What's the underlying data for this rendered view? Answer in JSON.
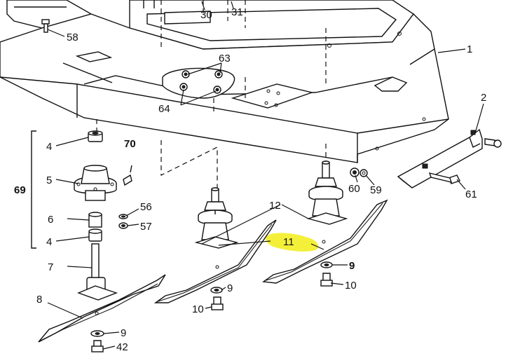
{
  "diagram": {
    "highlight_color": "#f4f03a",
    "callouts": [
      {
        "key": "c30",
        "text": "30"
      },
      {
        "key": "c31",
        "text": "31"
      },
      {
        "key": "c58",
        "text": "58"
      },
      {
        "key": "c1",
        "text": "1"
      },
      {
        "key": "c63",
        "text": "63"
      },
      {
        "key": "c64",
        "text": "64"
      },
      {
        "key": "c2",
        "text": "2"
      },
      {
        "key": "c4a",
        "text": "4"
      },
      {
        "key": "c70",
        "text": "70"
      },
      {
        "key": "c69",
        "text": "69"
      },
      {
        "key": "c5",
        "text": "5"
      },
      {
        "key": "c56",
        "text": "56"
      },
      {
        "key": "c6",
        "text": "6"
      },
      {
        "key": "c57",
        "text": "57"
      },
      {
        "key": "c4b",
        "text": "4"
      },
      {
        "key": "c7",
        "text": "7"
      },
      {
        "key": "c12",
        "text": "12"
      },
      {
        "key": "c11",
        "text": "11"
      },
      {
        "key": "c60",
        "text": "60"
      },
      {
        "key": "c59",
        "text": "59"
      },
      {
        "key": "c61",
        "text": "61"
      },
      {
        "key": "c9a",
        "text": "9"
      },
      {
        "key": "c10a",
        "text": "10"
      },
      {
        "key": "c9b",
        "text": "9"
      },
      {
        "key": "c10b",
        "text": "10"
      },
      {
        "key": "c8",
        "text": "8"
      },
      {
        "key": "c9c",
        "text": "9"
      },
      {
        "key": "c42",
        "text": "42"
      }
    ]
  }
}
